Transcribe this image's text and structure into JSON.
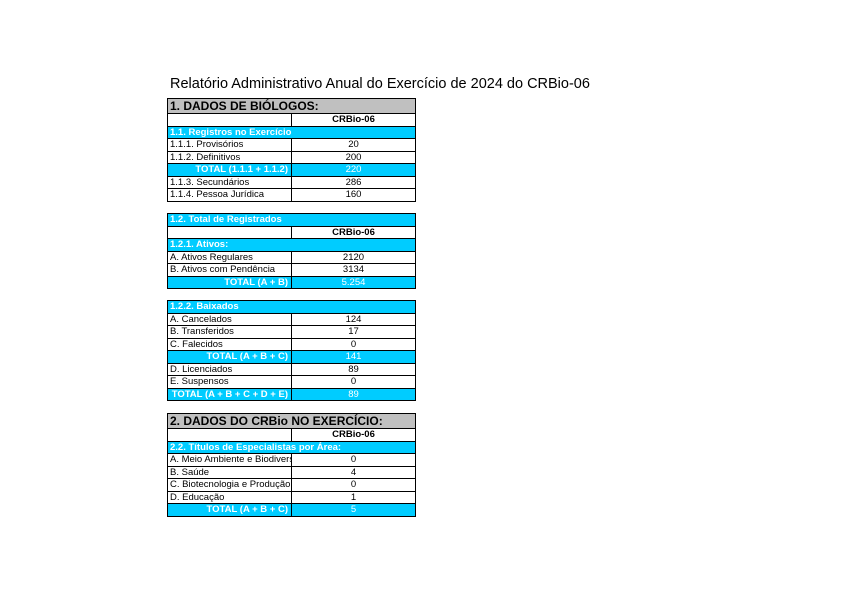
{
  "title": "Relatório Administrativo Anual do Exercício de 2024 do CRBio-06",
  "column_header": "CRBio-06",
  "section1": {
    "heading": "1. DADOS DE BIÓLOGOS:",
    "registros": {
      "label": "1.1. Registros no Exercício",
      "rows": [
        {
          "label": "1.1.1. Provisórios",
          "value": "20"
        },
        {
          "label": "1.1.2. Definitivos",
          "value": "200"
        }
      ],
      "total": {
        "label": "TOTAL (1.1.1 + 1.1.2)",
        "value": "220"
      },
      "rows2": [
        {
          "label": "1.1.3. Secundários",
          "value": "286"
        },
        {
          "label": "1.1.4. Pessoa Jurídica",
          "value": "160"
        }
      ]
    },
    "registrados": {
      "label": "1.2. Total de Registrados",
      "ativos_label": "1.2.1. Ativos:",
      "rows": [
        {
          "label": "A. Ativos Regulares",
          "value": "2120"
        },
        {
          "label": "B. Ativos com Pendência",
          "value": "3134"
        }
      ],
      "total": {
        "label": "TOTAL (A + B)",
        "value": "5.254"
      }
    },
    "baixados": {
      "label": "1.2.2. Baixados",
      "rows": [
        {
          "label": "A. Cancelados",
          "value": "124"
        },
        {
          "label": "B. Transferidos",
          "value": "17"
        },
        {
          "label": "C. Falecidos",
          "value": "0"
        }
      ],
      "total": {
        "label": "TOTAL (A + B + C)",
        "value": "141"
      },
      "rows2": [
        {
          "label": "D. Licenciados",
          "value": "89"
        },
        {
          "label": "E. Suspensos",
          "value": "0"
        }
      ],
      "total2": {
        "label": "TOTAL (A + B + C + D + E)",
        "value": "89"
      }
    }
  },
  "section2": {
    "heading": "2. DADOS DO CRBio NO EXERCÍCIO:",
    "titulos": {
      "label": "2.2. Títulos de Especialistas por Área:",
      "rows": [
        {
          "label": "A. Meio Ambiente e Biodiversidade",
          "value": "0"
        },
        {
          "label": "B. Saúde",
          "value": "4"
        },
        {
          "label": "C. Biotecnologia e Produção",
          "value": "0"
        },
        {
          "label": "D. Educação",
          "value": "1"
        }
      ],
      "total": {
        "label": "TOTAL (A + B + C)",
        "value": "5"
      }
    }
  }
}
